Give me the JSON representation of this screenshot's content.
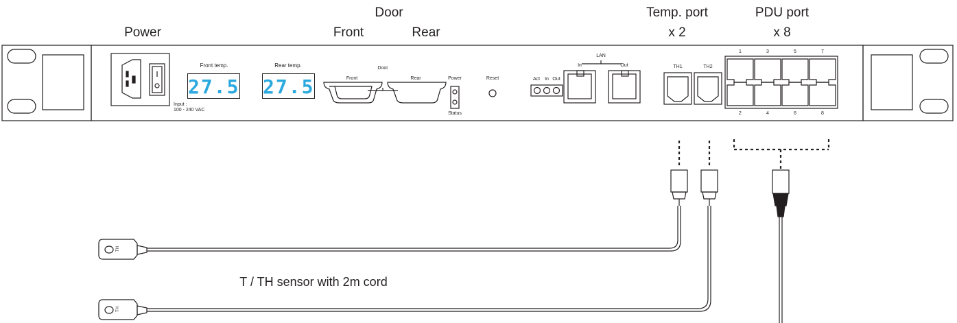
{
  "headings": {
    "door": "Door",
    "power": "Power",
    "front": "Front",
    "rear": "Rear",
    "temp_port": "Temp. port",
    "temp_port_count": "x 2",
    "pdu_port": "PDU port",
    "pdu_port_count": "x 8"
  },
  "panel": {
    "front_temp_label": "Front temp.",
    "front_temp_value": "27.5",
    "rear_temp_label": "Rear temp.",
    "rear_temp_value": "27.5",
    "input_label": "Input :",
    "input_value": "100 - 240 VAC",
    "door_label": "Door",
    "door_front": "Front",
    "door_rear": "Rear",
    "power_led": "Power",
    "status_led": "Status",
    "reset": "Reset",
    "act": "Act",
    "in": "In",
    "out": "Out",
    "lan": "LAN",
    "lan_in": "In",
    "lan_out": "Out",
    "th1": "TH1",
    "th2": "TH2",
    "pdu_top": [
      "1",
      "3",
      "5",
      "7"
    ],
    "pdu_bottom": [
      "2",
      "4",
      "6",
      "8"
    ]
  },
  "sensor_caption": "T / TH sensor with 2m cord",
  "sensor_tag": "TH"
}
